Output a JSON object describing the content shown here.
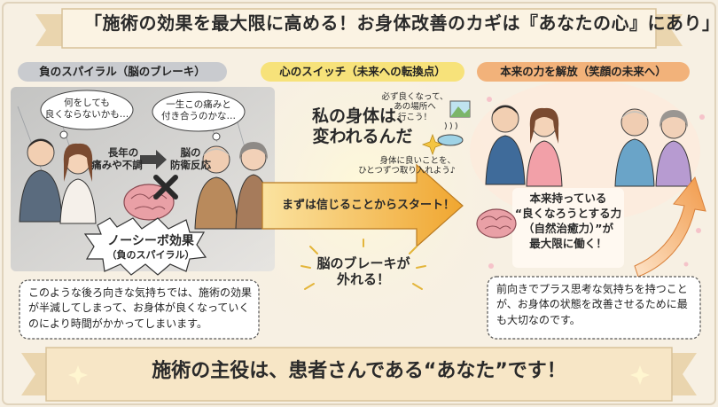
{
  "title": "「施術の効果を最大限に高める！お身体改善のカギは『あなたの心』にあり」",
  "sections": {
    "left": {
      "header": "負のスパイラル（脳のブレーキ）",
      "bubble1": [
        "何をしても",
        "良くならないかも…"
      ],
      "bubble2": [
        "一生この痛みと",
        "付き合うのかな…"
      ],
      "cause": [
        "長年の",
        "痛みや不調"
      ],
      "effect": [
        "脳の",
        "防衛反応"
      ],
      "nocebo": [
        "ノーシーボ効果",
        "（負のスパイラル）"
      ],
      "note": "このような後ろ向きな気持ちでは、施術の効果が半減してしまって、お身体が良くなっていくのにより時間がかかってしまいます。"
    },
    "middle": {
      "header": "心のスイッチ（未来への転換点）",
      "thought_small": [
        "必ず良くなって、",
        "あの場所へ",
        "行こう！"
      ],
      "main_phrase": [
        "私の身体は、",
        "変われるんだ"
      ],
      "sub_phrase": [
        "身体に良いことを、",
        "ひとつずつ取り入れよう♪"
      ],
      "arrow_text": "まずは信じることからスタート！",
      "brake_release": [
        "脳のブレーキが",
        "外れる！"
      ]
    },
    "right": {
      "header": "本来の力を解放（笑顔の未来へ）",
      "power": [
        "本来持っている",
        "“良くなろうとする力",
        "（自然治癒力）”が",
        "最大限に働く！"
      ],
      "note": "前向きでプラス思考な気持ちを持つことが、お身体の状態を改善させるために最も大切なのです。"
    }
  },
  "footer": "施術の主役は、患者さんである“あなた”です！",
  "icons": [
    "brain-icon",
    "cross-icon",
    "arrow-right-icon",
    "sparkle-icon",
    "onsen-icon",
    "landscape-icon",
    "up-arrow-icon"
  ],
  "colors": {
    "background": "#f6efe2",
    "left_header": "#c9cbcf",
    "middle_header": "#f7e27a",
    "right_header": "#f2b27a",
    "arrow": "#f3b23b",
    "brain": "#e9a0a6",
    "ribbon": "#f3e2c3"
  }
}
